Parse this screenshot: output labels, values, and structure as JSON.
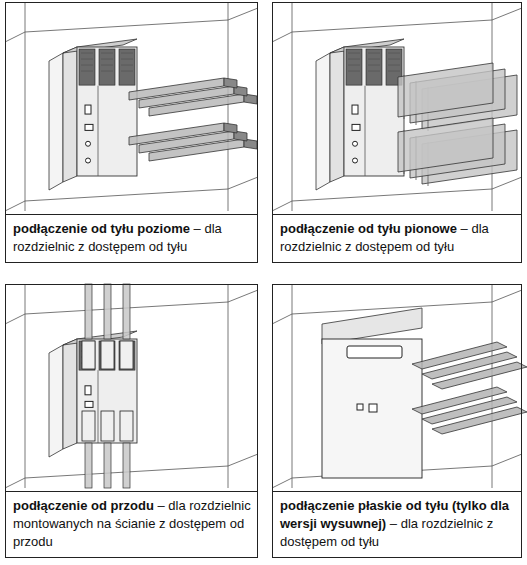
{
  "diagram": {
    "nodes": [
      {
        "text": [
          "podłączenie od tyłu poziome",
          "– dla rozdzielnic z dostępem od tyłu"
        ]
      },
      {
        "text": [
          "podłączenie od tyłu pionowe",
          "– dla rozdzielnic z dostępem od tyłu"
        ]
      },
      {
        "text": [
          "podłączenie od przodu",
          "– dla rozdzielnic montowanych na ścianie z dostępem od przodu"
        ]
      },
      {
        "text": [
          "podłączenie płaskie od tyłu (tylko dla wersji wysuwnej)",
          "– dla rozdzielnic z dostępem od tyłu"
        ]
      }
    ]
  }
}
